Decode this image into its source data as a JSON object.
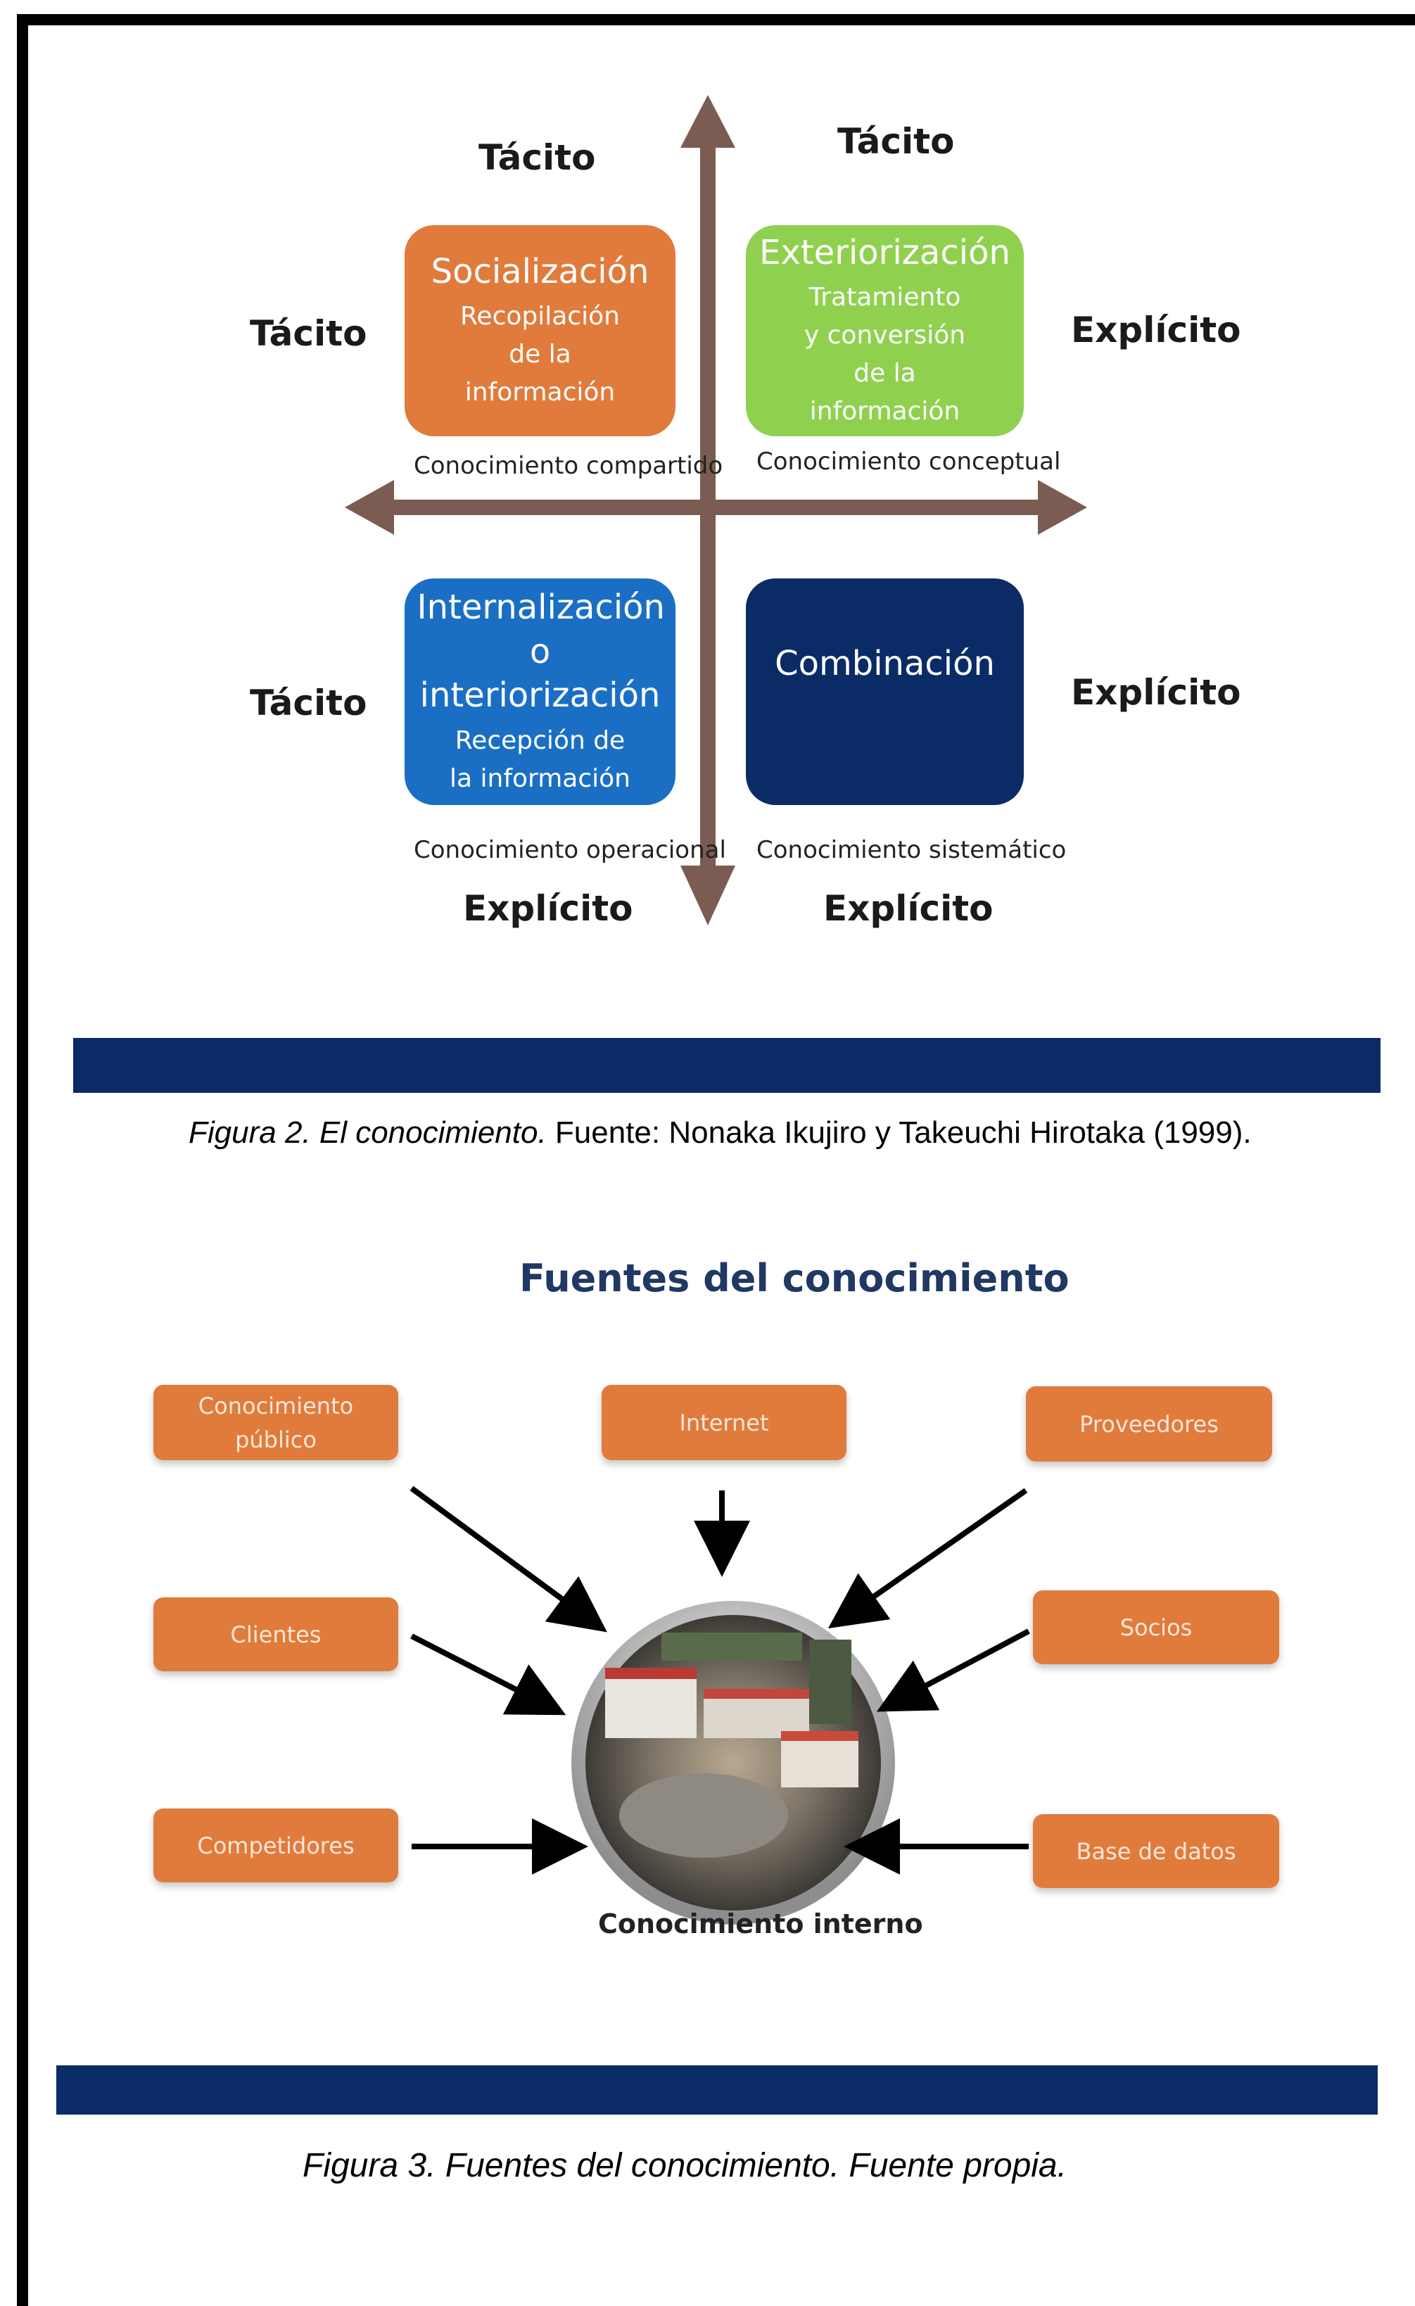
{
  "figure2": {
    "axis_labels": {
      "top_left": "Tácito",
      "top_right": "Tácito",
      "left_upper": "Tácito",
      "left_lower": "Tácito",
      "right_upper": "Explícito",
      "right_lower": "Explícito",
      "bottom_left": "Explícito",
      "bottom_right": "Explícito"
    },
    "quadrants": {
      "socializacion": {
        "title": "Socialización",
        "sub": "Recopilación de la información",
        "caption": "Conocimiento compartido",
        "color": "#e07b3c"
      },
      "exteriorizacion": {
        "title": "Exteriorización",
        "sub": "Tratamiento y conversión de la información",
        "caption": "Conocimiento conceptual",
        "color": "#8fd14f"
      },
      "internalizacion": {
        "title": "Internalización o interiorización",
        "sub": "Recepción de la información",
        "caption": "Conocimiento operacional",
        "color": "#1a6fc4"
      },
      "combinacion": {
        "title": "Combinación",
        "sub": "",
        "caption": "Conocimiento sistemático",
        "color": "#0b2b66"
      }
    },
    "caption_italic": "Figura 2. El conocimiento.",
    "caption_rest": " Fuente: Nonaka Ikujiro y Takeuchi Hirotaka (1999)."
  },
  "figure3": {
    "title": "Fuentes del conocimiento",
    "sources": {
      "conocimiento_publico": "Conocimiento público",
      "internet": "Internet",
      "proveedores": "Proveedores",
      "clientes": "Clientes",
      "socios": "Socios",
      "competidores": "Competidores",
      "base_de_datos": "Base de datos"
    },
    "center_label": "Conocimiento interno",
    "caption": "Figura 3. Fuentes del conocimiento. Fuente propia."
  },
  "colors": {
    "arrow_axis": "#7a5c52",
    "band": "#0b2b66",
    "source_box": "#e07b3c",
    "title_blue": "#1f3864"
  }
}
